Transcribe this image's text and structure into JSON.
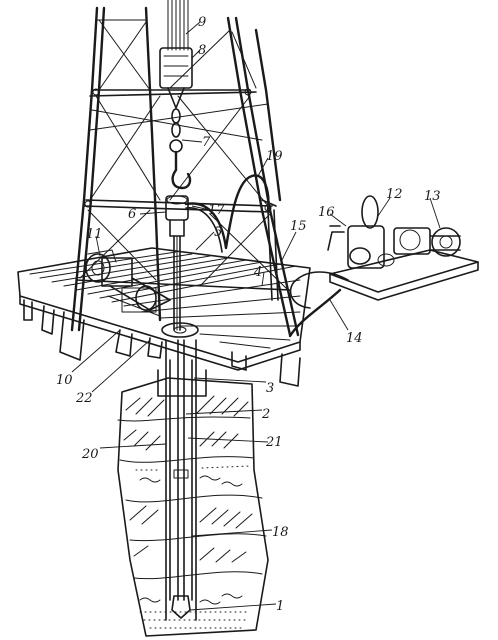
{
  "figure": {
    "ink_color": "#1a1a1a",
    "background": "#ffffff",
    "labels": [
      {
        "id": "l9",
        "text": "9"
      },
      {
        "id": "l8",
        "text": "8"
      },
      {
        "id": "l7",
        "text": "7"
      },
      {
        "id": "l19",
        "text": "19"
      },
      {
        "id": "l17",
        "text": "17"
      },
      {
        "id": "l6",
        "text": "6"
      },
      {
        "id": "l5",
        "text": "5"
      },
      {
        "id": "l11",
        "text": "11"
      },
      {
        "id": "l12",
        "text": "12"
      },
      {
        "id": "l13",
        "text": "13"
      },
      {
        "id": "l16",
        "text": "16"
      },
      {
        "id": "l15",
        "text": "15"
      },
      {
        "id": "l4",
        "text": "4"
      },
      {
        "id": "l14",
        "text": "14"
      },
      {
        "id": "l10",
        "text": "10"
      },
      {
        "id": "l22",
        "text": "22"
      },
      {
        "id": "l3",
        "text": "3"
      },
      {
        "id": "l2",
        "text": "2"
      },
      {
        "id": "l21",
        "text": "21"
      },
      {
        "id": "l20",
        "text": "20"
      },
      {
        "id": "l18",
        "text": "18"
      },
      {
        "id": "l1",
        "text": "1"
      }
    ]
  }
}
